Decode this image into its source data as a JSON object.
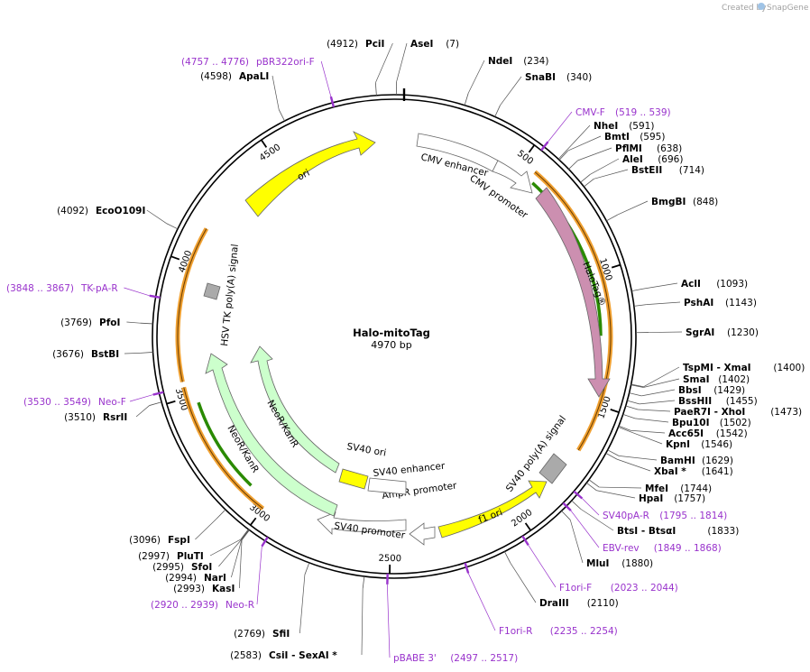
{
  "credit": {
    "prefix": "Created by",
    "brand": "SnapGene"
  },
  "map": {
    "title": "Halo-mitoTag",
    "size_label": "4970 bp",
    "total_bp": 4970,
    "colors": {
      "primer": "#9933cc",
      "yellow": "#ffff00",
      "pink": "#cc8fb0",
      "lightgreen": "#ccffcc",
      "gray": "#aaaaaa",
      "orange": "#f0a030",
      "green": "#2a8a00"
    }
  },
  "ticks": [
    {
      "bp": 500,
      "label": "500"
    },
    {
      "bp": 1000,
      "label": "1000"
    },
    {
      "bp": 1500,
      "label": "1500"
    },
    {
      "bp": 2000,
      "label": "2000"
    },
    {
      "bp": 2500,
      "label": "2500"
    },
    {
      "bp": 3000,
      "label": "3000"
    },
    {
      "bp": 3500,
      "label": "3500"
    },
    {
      "bp": 4000,
      "label": "4000"
    },
    {
      "bp": 4500,
      "label": "4500"
    }
  ],
  "sites": [
    {
      "name": "PciI",
      "pos": "(4912)",
      "bp": 4912
    },
    {
      "name": "AseI",
      "pos": "(7)",
      "bp": 7
    },
    {
      "name": "NdeI",
      "pos": "(234)",
      "bp": 234
    },
    {
      "name": "SnaBI",
      "pos": "(340)",
      "bp": 340
    },
    {
      "name": "NheI",
      "pos": "(591)",
      "bp": 591
    },
    {
      "name": "BmtI",
      "pos": "(595)",
      "bp": 595
    },
    {
      "name": "PflMI",
      "pos": "(638)",
      "bp": 638
    },
    {
      "name": "AleI",
      "pos": "(696)",
      "bp": 696
    },
    {
      "name": "BstEII",
      "pos": "(714)",
      "bp": 714
    },
    {
      "name": "BmgBI",
      "pos": "(848)",
      "bp": 848
    },
    {
      "name": "AclI",
      "pos": "(1093)",
      "bp": 1093
    },
    {
      "name": "PshAI",
      "pos": "(1143)",
      "bp": 1143
    },
    {
      "name": "SgrAI",
      "pos": "(1230)",
      "bp": 1230
    },
    {
      "name": "TspMI  - XmaI",
      "pos": "(1400)",
      "bp": 1400
    },
    {
      "name": "SmaI",
      "pos": "(1402)",
      "bp": 1402
    },
    {
      "name": "BbsI",
      "pos": "(1429)",
      "bp": 1429
    },
    {
      "name": "BssHII",
      "pos": "(1455)",
      "bp": 1455
    },
    {
      "name": "PaeR7I  - XhoI",
      "pos": "(1473)",
      "bp": 1473
    },
    {
      "name": "Bpu10I",
      "pos": "(1502)",
      "bp": 1502
    },
    {
      "name": "Acc65I",
      "pos": "(1542)",
      "bp": 1542
    },
    {
      "name": "KpnI",
      "pos": "(1546)",
      "bp": 1546
    },
    {
      "name": "BamHI",
      "pos": "(1629)",
      "bp": 1629
    },
    {
      "name": "XbaI *",
      "pos": "(1641)",
      "bp": 1641
    },
    {
      "name": "MfeI",
      "pos": "(1744)",
      "bp": 1744
    },
    {
      "name": "HpaI",
      "pos": "(1757)",
      "bp": 1757
    },
    {
      "name": "BtsI  - BtsαI",
      "pos": "(1833)",
      "bp": 1833
    },
    {
      "name": "MluI",
      "pos": "(1880)",
      "bp": 1880
    },
    {
      "name": "DraIII",
      "pos": "(2110)",
      "bp": 2110
    },
    {
      "name": "CsiI  - SexAI *",
      "pos": "(2583)",
      "bp": 2583
    },
    {
      "name": "SfiI",
      "pos": "(2769)",
      "bp": 2769
    },
    {
      "name": "KasI",
      "pos": "(2993)",
      "bp": 2993
    },
    {
      "name": "NarI",
      "pos": "(2994)",
      "bp": 2994
    },
    {
      "name": "SfoI",
      "pos": "(2995)",
      "bp": 2995
    },
    {
      "name": "PluTI",
      "pos": "(2997)",
      "bp": 2997
    },
    {
      "name": "FspI",
      "pos": "(3096)",
      "bp": 3096
    },
    {
      "name": "RsrII",
      "pos": "(3510)",
      "bp": 3510
    },
    {
      "name": "BstBI",
      "pos": "(3676)",
      "bp": 3676
    },
    {
      "name": "PfoI",
      "pos": "(3769)",
      "bp": 3769
    },
    {
      "name": "EcoO109I",
      "pos": "(4092)",
      "bp": 4092
    },
    {
      "name": "ApaLI",
      "pos": "(4598)",
      "bp": 4598
    }
  ],
  "primers": [
    {
      "name": "pBR322ori-F",
      "pos": "(4757 .. 4776)",
      "bp": 4766
    },
    {
      "name": "CMV-F",
      "pos": "(519 .. 539)",
      "bp": 529
    },
    {
      "name": "SV40pA-R",
      "pos": "(1795 .. 1814)",
      "bp": 1805
    },
    {
      "name": "EBV-rev",
      "pos": "(1849 .. 1868)",
      "bp": 1858
    },
    {
      "name": "F1ori-F",
      "pos": "(2023 .. 2044)",
      "bp": 2033
    },
    {
      "name": "F1ori-R",
      "pos": "(2235 .. 2254)",
      "bp": 2245
    },
    {
      "name": "pBABE 3'",
      "pos": "(2497 .. 2517)",
      "bp": 2507
    },
    {
      "name": "Neo-R",
      "pos": "(2920 .. 2939)",
      "bp": 2930
    },
    {
      "name": "Neo-F",
      "pos": "(3530 .. 3549)",
      "bp": 3540
    },
    {
      "name": "TK-pA-R",
      "pos": "(3848 .. 3867)",
      "bp": 3858
    }
  ],
  "features": [
    {
      "label": "ori"
    },
    {
      "label": "CMV enhancer"
    },
    {
      "label": "CMV promoter"
    },
    {
      "label": "HaloTag®"
    },
    {
      "label": "SV40 poly(A) signal"
    },
    {
      "label": "f1 ori"
    },
    {
      "label": "AmpR promoter"
    },
    {
      "label": "SV40 promoter"
    },
    {
      "label": "SV40 ori"
    },
    {
      "label": "SV40 enhancer"
    },
    {
      "label": "NeoR/KanR"
    },
    {
      "label": "NeoR/KanR"
    },
    {
      "label": "HSV TK poly(A) signal"
    }
  ]
}
